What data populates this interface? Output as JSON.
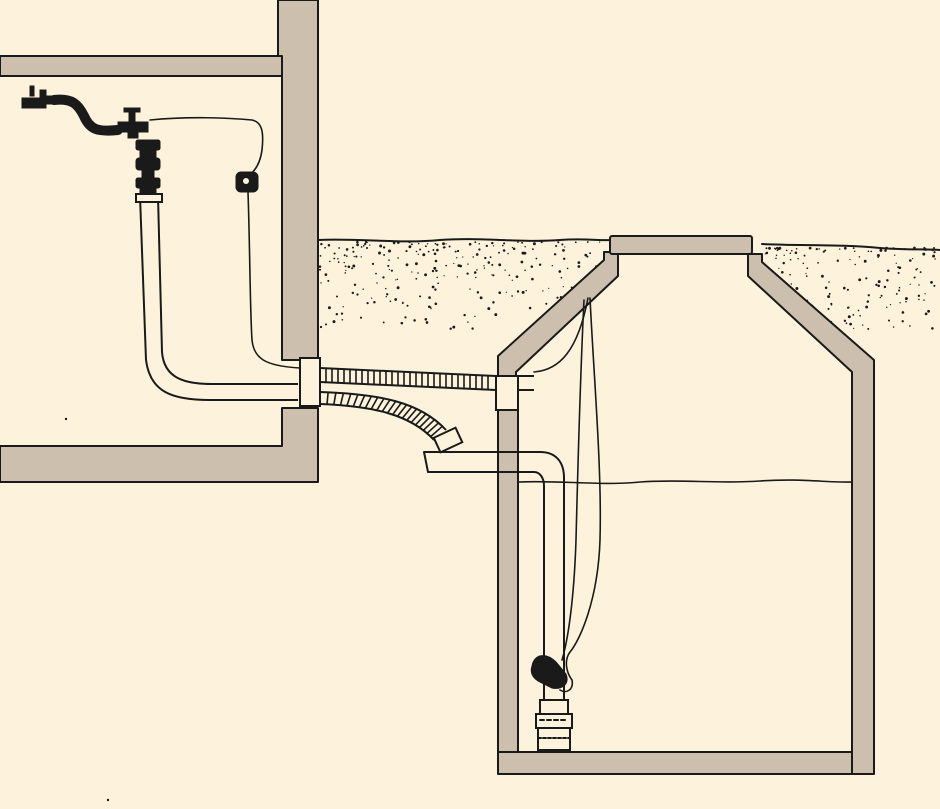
{
  "diagram": {
    "colors": {
      "background": "#fdf3dc",
      "wall": "#cdbfae",
      "ink": "#1a1a1a"
    },
    "components": [
      "building-wall",
      "upper-floor-slab",
      "lower-floor-slab",
      "garden-tap",
      "supply-pipe",
      "appliance-tap",
      "suction-pump",
      "float-switch-control",
      "ground-surface",
      "underground-cistern",
      "cistern-cover",
      "water-level",
      "delivery-pipe",
      "flexible-hose",
      "inlet-pipe",
      "submersible-pump",
      "float-switch"
    ]
  }
}
